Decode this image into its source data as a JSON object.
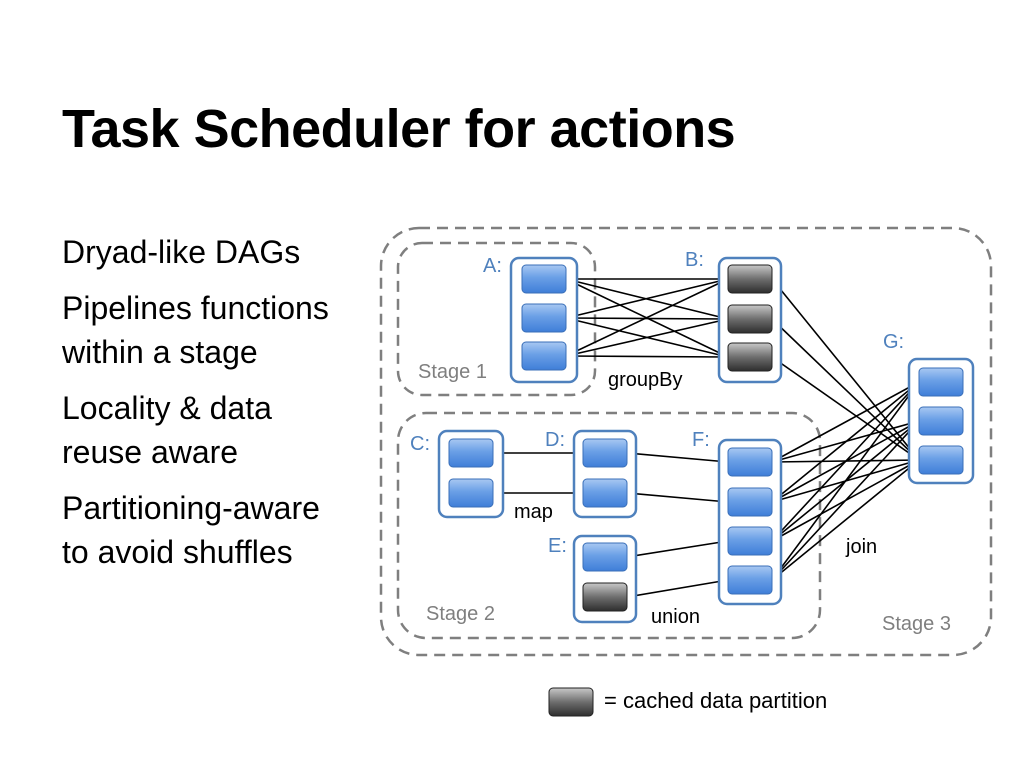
{
  "title": "Task Scheduler for actions",
  "bullets": [
    {
      "lines": [
        "Dryad-like DAGs"
      ]
    },
    {
      "lines": [
        "Pipelines functions",
        "within a stage"
      ]
    },
    {
      "lines": [
        "Locality & data",
        "reuse aware"
      ]
    },
    {
      "lines": [
        "Partitioning-aware",
        "to avoid shuffles"
      ]
    }
  ],
  "diagram": {
    "rdd_labels": {
      "A": "A:",
      "B": "B:",
      "C": "C:",
      "D": "D:",
      "E": "E:",
      "F": "F:",
      "G": "G:"
    },
    "stages": {
      "stage1": "Stage 1",
      "stage2": "Stage 2",
      "stage3": "Stage 3"
    },
    "operations": {
      "groupBy": "groupBy",
      "map": "map",
      "union": "union",
      "join": "join"
    },
    "colors": {
      "partition": "#4f81bd",
      "cached": "#404040",
      "stage_border": "#7f7f7f",
      "rdd_border": "#4f81bd"
    }
  },
  "legend": {
    "text": "= cached data partition"
  }
}
